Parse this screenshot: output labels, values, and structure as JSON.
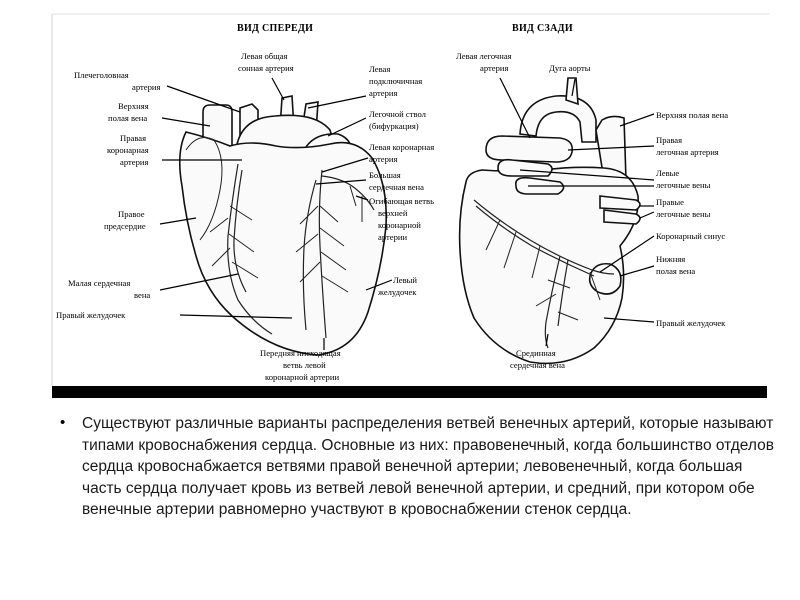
{
  "diagram": {
    "front_title": "ВИД СПЕРЕДИ",
    "back_title": "ВИД СЗАДИ",
    "front_labels": {
      "lco_1": "Левая общая",
      "lco_2": "сонная артерия",
      "brachio_1": "Плечеголовная",
      "brachio_2": "артерия",
      "svc_1": "Верхняя",
      "svc_2": "полая вена",
      "rca_1": "Правая",
      "rca_2": "коронарная",
      "rca_3": "артерия",
      "ra_1": "Правое",
      "ra_2": "предсердие",
      "scv_1": "Малая сердечная",
      "scv_2": "вена",
      "rv": "Правый желудочек",
      "lsub_1": "Левая",
      "lsub_2": "подключичная",
      "lsub_3": "артерия",
      "pt_1": "Легочной ствол",
      "pt_2": "(бифуркация)",
      "lca_1": "Левая коронарная",
      "lca_2": "артерия",
      "gcv_1": "Большая",
      "gcv_2": "сердечная вена",
      "circ_1": "Огибающая ветвь",
      "circ_2": "верхней",
      "circ_3": "коронарной",
      "circ_4": "артерии",
      "lv_1": "Левый",
      "lv_2": "желудочек",
      "lad_1": "Передняя нисходящая",
      "lad_2": "ветвь левой",
      "lad_3": "коронарной артерии"
    },
    "back_labels": {
      "lpa_1": "Левая легочная",
      "lpa_2": "артерия",
      "arch": "Дуга аорты",
      "svc": "Верхняя полая вена",
      "rpa_1": "Правая",
      "rpa_2": "легочная артерия",
      "lpv_1": "Левые",
      "lpv_2": "легочные вены",
      "rpv_1": "Правые",
      "rpv_2": "легочные вены",
      "cs": "Коронарный синус",
      "ivc_1": "Нижняя",
      "ivc_2": "полая вена",
      "rv": "Правый желудочек",
      "mcv_1": "Срединная",
      "mcv_2": "сердечная вена"
    }
  },
  "caption": {
    "bullet": "•",
    "text": "Существуют различные варианты распределения ветвей венечных артерий, которые называют типами кровоснабжения сердца. Основные из них: правовенечный, когда большинство отделов сердца кровоснабжается ветвями правой венечной артерии; левовенечный, когда большая часть сердца получает кровь из ветвей левой венечной артерии, и средний, при котором обе венечные артерии равномерно участвуют в кровоснабжении стенок сердца."
  }
}
